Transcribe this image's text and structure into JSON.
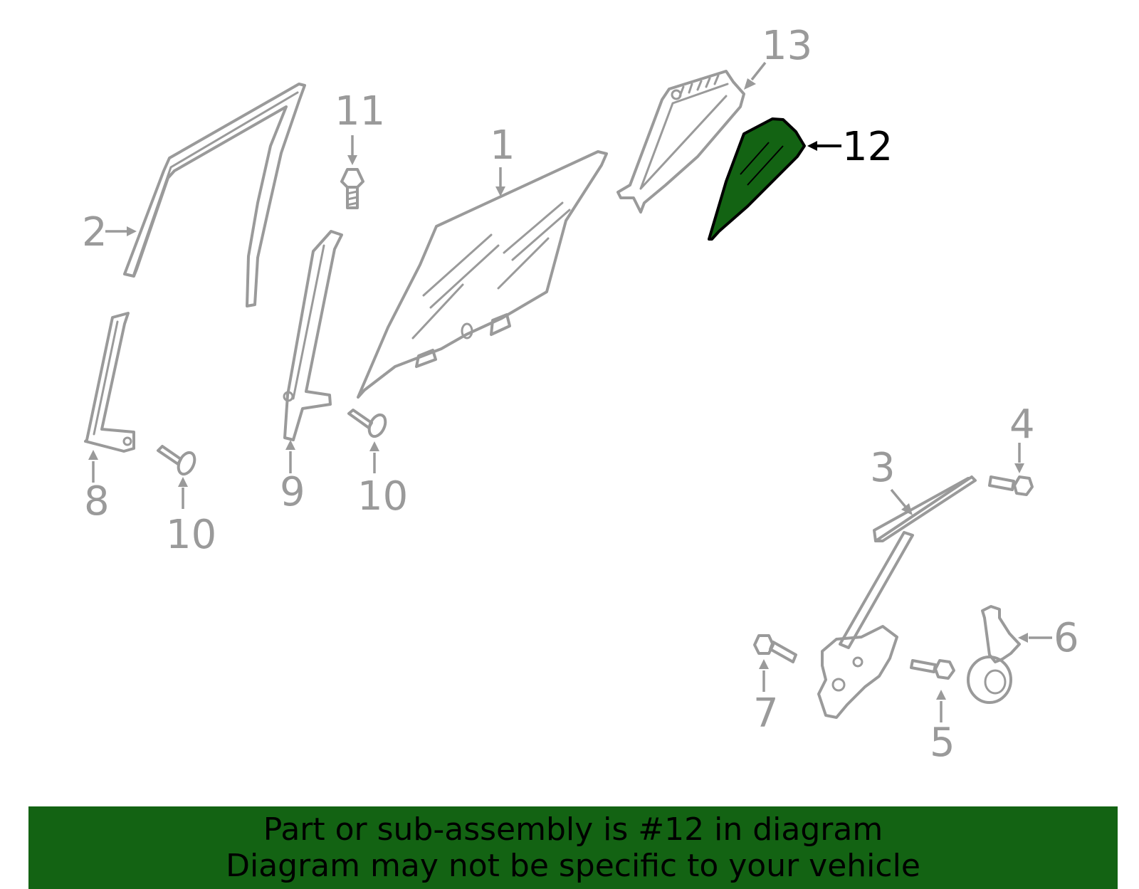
{
  "diagram": {
    "highlighted_part": "12",
    "highlight_color": "#136313",
    "part_color": "#9a9a9a",
    "callouts": {
      "c1": "1",
      "c2": "2",
      "c3": "3",
      "c4": "4",
      "c5": "5",
      "c6": "6",
      "c7": "7",
      "c8": "8",
      "c9": "9",
      "c10a": "10",
      "c10b": "10",
      "c11": "11",
      "c12": "12",
      "c13": "13"
    }
  },
  "banner": {
    "line1": "Part or sub-assembly is #12 in diagram",
    "line2": "Diagram may not be specific to your vehicle",
    "background": "#136313"
  }
}
